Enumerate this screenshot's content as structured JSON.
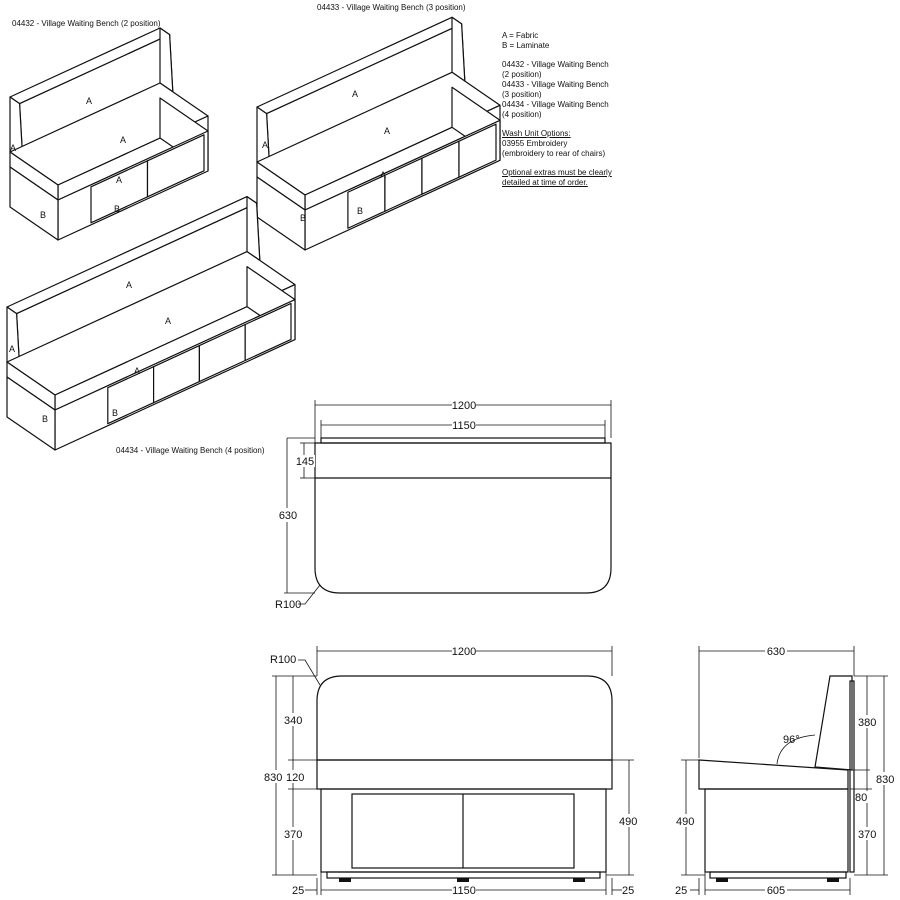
{
  "captions": {
    "bench_2": "04432 - Village Waiting Bench (2 position)",
    "bench_3": "04433 - Village Waiting Bench (3 position)",
    "bench_4": "04434 - Village Waiting Bench (4 position)"
  },
  "material_labels": {
    "fabric": "A",
    "laminate": "B"
  },
  "notes": {
    "legend_a": "A = Fabric",
    "legend_b": "B = Laminate",
    "line1": "04432 - Village Waiting Bench",
    "line2": "(2 position)",
    "line3": "04433 - Village Waiting Bench",
    "line4": "(3 position)",
    "line5": "04434 - Village Waiting Bench",
    "line6": "(4 position)",
    "wash_title": "Wash Unit Options:",
    "wash_1": "03955 Embroidery",
    "wash_2": "(embroidery to rear of chairs)",
    "extras_1": "Optional extras must be clearly",
    "extras_2": "detailed at time of order."
  },
  "plan_view": {
    "width": "1200",
    "inner_width": "1150",
    "back_depth": "145",
    "depth": "630",
    "radius": "R100"
  },
  "front_view": {
    "width": "1200",
    "radius": "R100",
    "height": "830",
    "back_h": "340",
    "seat_h": "120",
    "base_h": "370",
    "seat_height": "490",
    "inset_l": "25",
    "base_w": "1150",
    "inset_r": "25"
  },
  "side_view": {
    "depth": "630",
    "back_h": "380",
    "height": "830",
    "gap": "80",
    "base_h": "370",
    "seat_height": "490",
    "inset": "25",
    "base_d": "605",
    "angle": "96°"
  }
}
